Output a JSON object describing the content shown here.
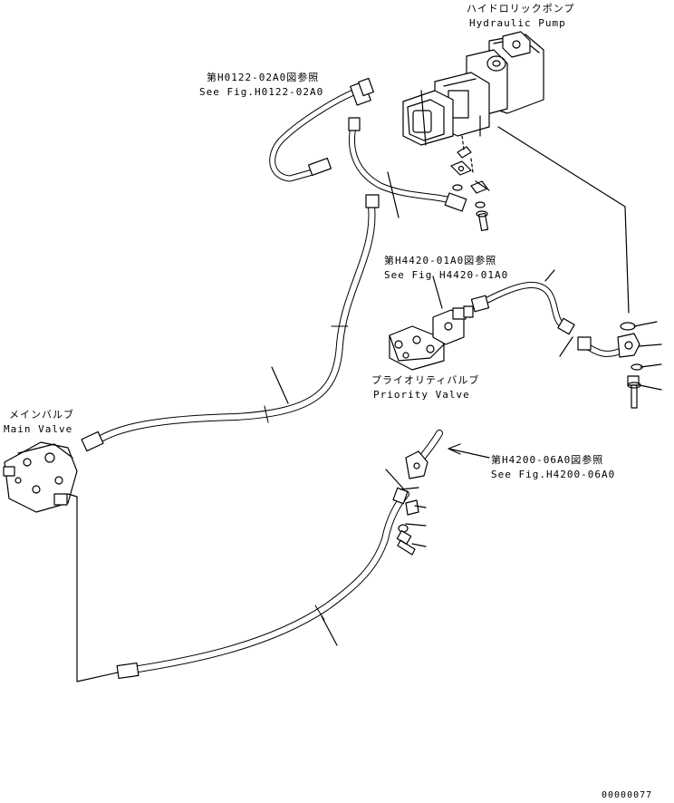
{
  "labels": {
    "hydraulic_pump_jp": "ハイドロリックポンプ",
    "hydraulic_pump_en": "Hydraulic Pump",
    "ref_h0122_jp": "第H0122-02A0図参照",
    "ref_h0122_en": "See Fig.H0122-02A0",
    "ref_h4420_jp": "第H4420-01A0図参照",
    "ref_h4420_en": "See Fig H4420-01A0",
    "priority_valve_jp": "プライオリティバルブ",
    "priority_valve_en": "Priority Valve",
    "main_valve_jp": "メインバルブ",
    "main_valve_en": "Main Valve",
    "ref_h4200_jp": "第H4200-06A0図参照",
    "ref_h4200_en": "See Fig.H4200-06A0",
    "drawing_number": "00000077"
  }
}
